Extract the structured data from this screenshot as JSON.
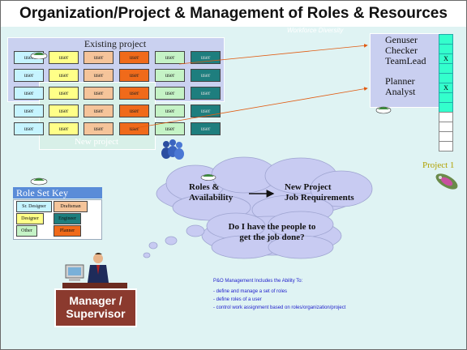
{
  "title": "Organization/Project & Management of Roles & Resources",
  "existing_project_label": "Existing project",
  "new_project_label": "New project",
  "cell_label": "user",
  "workforce_label": "Workforce Diversity",
  "roles": [
    "Genuser",
    "Checker",
    "TeamLead",
    "Planner",
    "Analyst"
  ],
  "workforce_marks": [
    "X",
    "X"
  ],
  "project_label": "Project 1",
  "role_set_key": {
    "title": "Role Set Key",
    "items": [
      "Sr. Designer",
      "Draftsman",
      "Designer",
      "Engineer",
      "Other",
      "Planner"
    ]
  },
  "cloud_roles_line1": "Roles &",
  "cloud_roles_line2": "Availability",
  "cloud_new_line1": "New Project",
  "cloud_new_line2": "Job Requirements",
  "question_line1": "Do I have the people to",
  "question_line2": "get the job done?",
  "manager_line1": "Manager /",
  "manager_line2": "Supervisor",
  "notes": {
    "heading": "P&O Management Includes the Ability To:",
    "bullets": [
      "- define and manage a set of roles",
      "- define roles of a user",
      "- control work assignment based on roles/organization/project"
    ]
  },
  "colors": {
    "background": "#dff3f3",
    "panel": "#c9cff0",
    "role_key_header": "#5a8cd8",
    "manager_box": "#8b3a2e",
    "notes_text": "#2222cc"
  },
  "icons": [
    "handshake-icon",
    "people-group-icon",
    "satellite-icon",
    "manager-at-computer-icon"
  ]
}
